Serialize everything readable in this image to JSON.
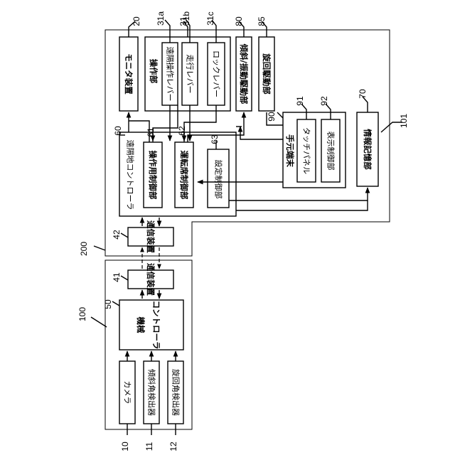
{
  "refs": {
    "r20": "20",
    "r31": "31",
    "r31a": "31a",
    "r31b": "31b",
    "r31c": "31c",
    "r80": "80",
    "r85": "85",
    "r101": "101",
    "r60": "60",
    "r61": "61",
    "r62": "62",
    "r63": "63",
    "r90": "90",
    "r91": "91",
    "r92": "92",
    "r70": "70",
    "r200": "200",
    "r42": "42",
    "r41": "41",
    "r100": "100",
    "r50": "50",
    "r10": "10",
    "r11": "11",
    "r12": "12"
  },
  "labels": {
    "monitor": "モニタ装置",
    "operation_unit": "操作部",
    "remote_lever": "遠隔操作レバー",
    "travel_lever": "走行レバー",
    "lock_lever": "ロックレバー",
    "tilt_drive": "傾斜/振動駆動部",
    "swing_drive": "旋回駆動部",
    "remote_controller": "遠隔地コントローラ",
    "op_control": "操作用制御部",
    "seat_control": "運転席制御部",
    "setting_control": "設定制御部",
    "handheld": "手元端末",
    "touch_panel": "タッチパネル",
    "display_control": "表示制御部",
    "info_storage": "情報記憶部",
    "comm_remote": "通信装置",
    "comm_machine": "通信装置",
    "machine_ctrl_1": "機械",
    "machine_ctrl_2": "コントローラ",
    "camera": "カメラ",
    "tilt_sensor": "傾斜角検出器",
    "swing_sensor": "旋回角検出器"
  }
}
